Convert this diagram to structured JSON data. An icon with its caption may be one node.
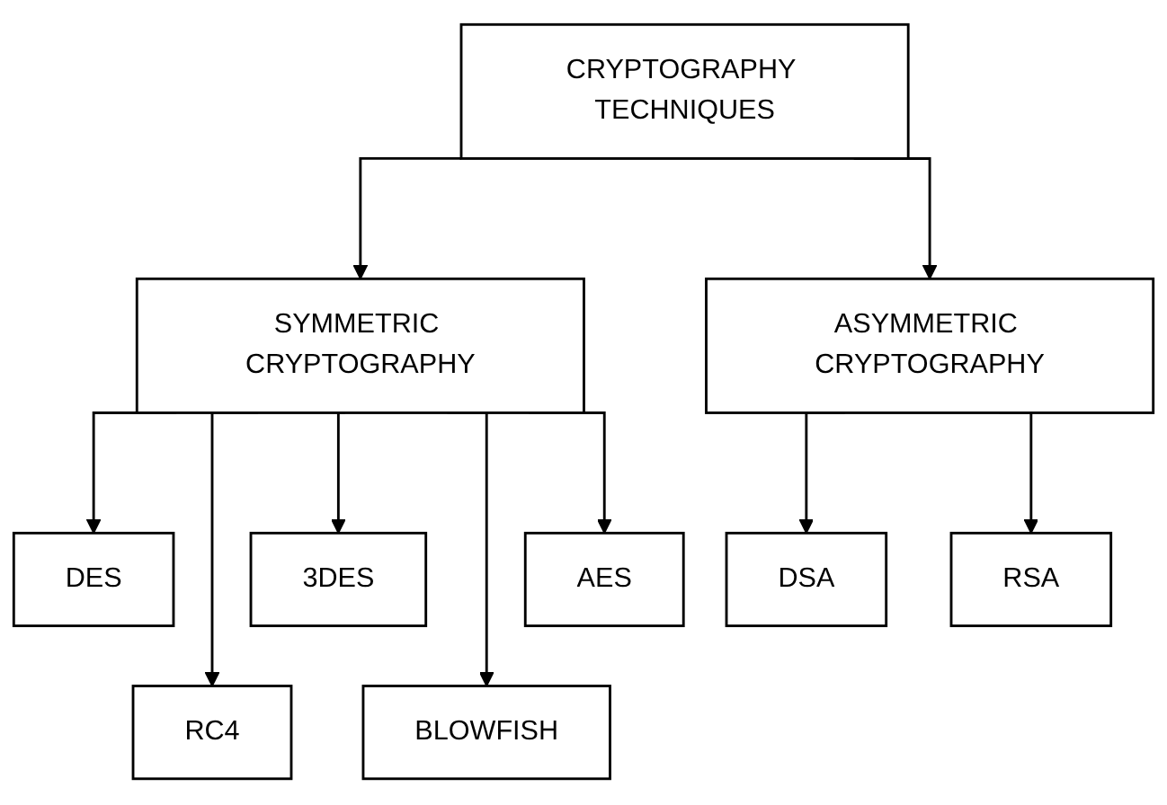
{
  "diagram": {
    "nodes": [
      {
        "text": [
          "CRYPTOGRAPHY TECHNIQUES"
        ]
      },
      {
        "text": [
          "SYMMETRIC CRYPTOGRAPHY"
        ]
      },
      {
        "text": [
          "ASYMMETRIC CRYPTOGRAPHY"
        ]
      },
      {
        "text": [
          "DES"
        ]
      },
      {
        "text": [
          "3DES"
        ]
      },
      {
        "text": [
          "AES"
        ]
      },
      {
        "text": [
          "RC4"
        ]
      },
      {
        "text": [
          "BLOWFISH"
        ]
      },
      {
        "text": [
          "DSA"
        ]
      },
      {
        "text": [
          "RSA"
        ]
      }
    ],
    "edges": [
      {
        "from": 0,
        "to": 1,
        "arrow": "to"
      },
      {
        "from": 0,
        "to": 2,
        "arrow": "to"
      },
      {
        "from": 1,
        "to": 3,
        "arrow": "to"
      },
      {
        "from": 1,
        "to": 6,
        "arrow": "to"
      },
      {
        "from": 1,
        "to": 4,
        "arrow": "to"
      },
      {
        "from": 1,
        "to": 7,
        "arrow": "to"
      },
      {
        "from": 1,
        "to": 5,
        "arrow": "to"
      },
      {
        "from": 2,
        "to": 8,
        "arrow": "to"
      },
      {
        "from": 2,
        "to": 9,
        "arrow": "to"
      }
    ]
  }
}
